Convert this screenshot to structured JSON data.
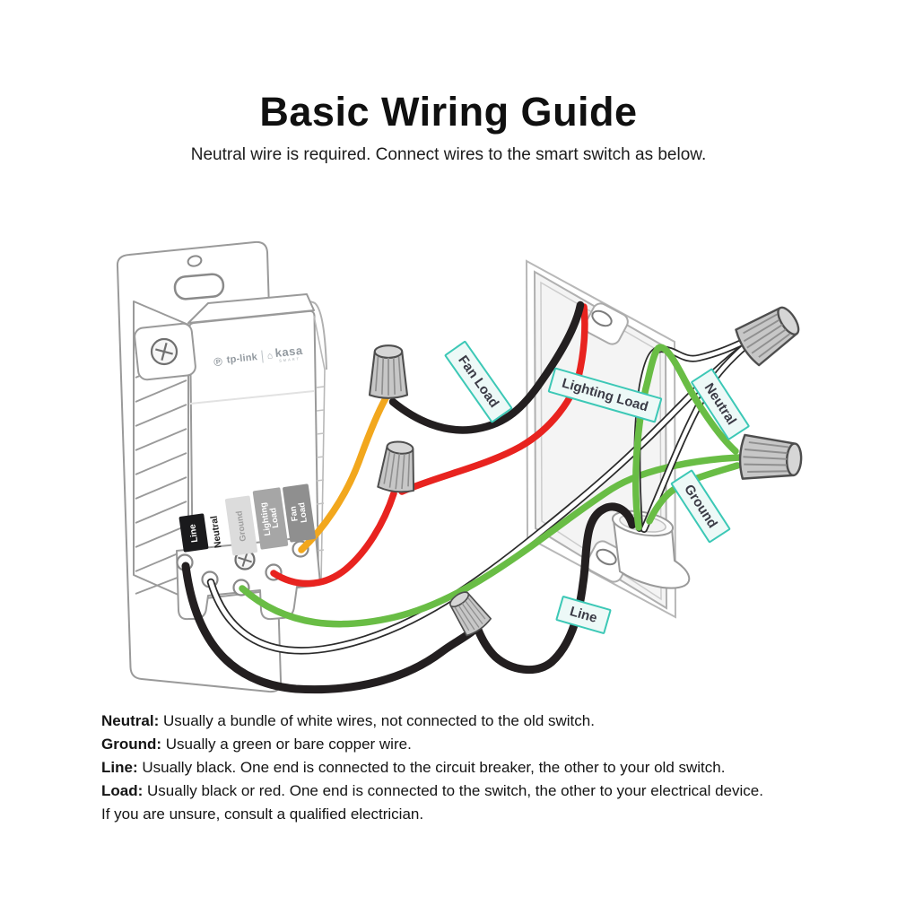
{
  "page": {
    "title": "Basic Wiring Guide",
    "subtitle": "Neutral wire is required. Connect wires to the smart switch as below."
  },
  "device": {
    "brand": "tp-link",
    "product": "kasa",
    "product_sub": "SMART",
    "terminals": [
      "Line",
      "Neutral",
      "Ground",
      "Lighting Load",
      "Fan Load"
    ]
  },
  "wire_labels": {
    "fan_load": "Fan Load",
    "lighting_load": "Lighting Load",
    "neutral": "Neutral",
    "ground": "Ground",
    "line": "Line"
  },
  "notes": [
    {
      "lead": "Neutral:",
      "text": " Usually a bundle of white wires, not connected to the old switch."
    },
    {
      "lead": "Ground:",
      "text": " Usually a green or bare copper wire."
    },
    {
      "lead": "Line:",
      "text": " Usually black. One end is connected to the circuit breaker, the other to your old switch."
    },
    {
      "lead": "Load:",
      "text": " Usually black or red. One end is connected to the switch, the other to your electrical device."
    },
    {
      "lead": "",
      "text": "If you are unsure, consult a qualified electrician."
    }
  ],
  "colors": {
    "wire_casing": "#2b2b2b",
    "wire_line": "#231f20",
    "wire_neutral": "#ffffff",
    "wire_ground": "#69bd45",
    "wire_lighting_load": "#e8231f",
    "wire_fan_load": "#f2a71d",
    "label_border": "#3cc8b6",
    "label_bg": "#edf9f7",
    "terminal_line_bg": "#1a1a1c",
    "terminal_ground_bg": "#dcdcdc",
    "terminal_lighting_bg": "#a6a6a6",
    "terminal_fan_bg": "#8f8f8f",
    "wire_nut_gray": "#c7c7c7"
  }
}
